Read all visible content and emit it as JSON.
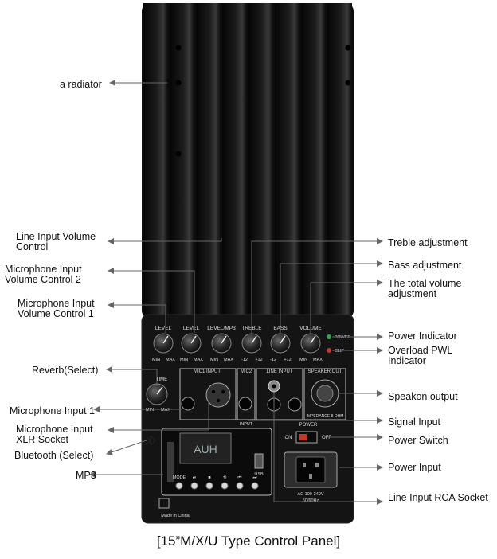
{
  "callouts_left": [
    {
      "id": "radiator",
      "text": "a radiator"
    },
    {
      "id": "line-input-volume",
      "text": "Line Input Volume\nControl"
    },
    {
      "id": "mic-volume-2",
      "text": "Microphone Input\nVolume Control 2"
    },
    {
      "id": "mic-volume-1",
      "text": "Microphone Input\nVolume Control 1"
    },
    {
      "id": "reverb",
      "text": "Reverb(Select)"
    },
    {
      "id": "mic-input-1",
      "text": "Microphone Input 1"
    },
    {
      "id": "mic-xlr",
      "text": "Microphone Input\nXLR Socket"
    },
    {
      "id": "bluetooth",
      "text": "Bluetooth (Select)"
    },
    {
      "id": "mp3",
      "text": "MP3"
    }
  ],
  "callouts_right": [
    {
      "id": "treble",
      "text": "Treble adjustment"
    },
    {
      "id": "bass",
      "text": "Bass adjustment"
    },
    {
      "id": "total-volume",
      "text": "The total volume\nadjustment"
    },
    {
      "id": "power-indicator",
      "text": "Power Indicator"
    },
    {
      "id": "overload",
      "text": "Overload PWL\nIndicator"
    },
    {
      "id": "speakon",
      "text": "Speakon output"
    },
    {
      "id": "signal-input",
      "text": "Signal Input"
    },
    {
      "id": "power-switch",
      "text": "Power Switch"
    },
    {
      "id": "power-input",
      "text": "Power Input"
    },
    {
      "id": "line-rca",
      "text": "Line Input RCA Socket"
    }
  ],
  "panel": {
    "knobs": [
      {
        "label": "LEVEL",
        "min": "MIN",
        "max": "MAX"
      },
      {
        "label": "LEVEL",
        "min": "MIN",
        "max": "MAX"
      },
      {
        "label": "LEVEL/MP3",
        "min": "MIN",
        "max": "MAX"
      },
      {
        "label": "TREBLE",
        "min": "-12",
        "max": "+12"
      },
      {
        "label": "BASS",
        "min": "-12",
        "max": "+12"
      },
      {
        "label": "VOLUME",
        "min": "MIN",
        "max": "MAX"
      }
    ],
    "reverb_knob": {
      "label": "TIME",
      "min": "MIN",
      "max": "MAX"
    },
    "indicators": {
      "power": "POWER",
      "clip": "CLIP"
    },
    "sections": {
      "mic1": "MIC1 INPUT",
      "mic2": "MIC2",
      "line": "LINE INPUT",
      "speaker": "SPEAKER OUT",
      "input": "INPUT",
      "impedance": "IMPEDANCE 8 OHM"
    },
    "power_switch": {
      "title": "POWER",
      "on": "ON",
      "off": "OFF"
    },
    "mp3": {
      "display": "AUH",
      "buttons": [
        "MODE",
        "⏯",
        "■",
        "⟲",
        "⏮",
        "⏭"
      ],
      "usb": "USB"
    },
    "ac": {
      "line1": "AC 100-240V",
      "line2": "50/60Hz"
    },
    "made_in": "Made in China"
  },
  "caption": "[15”M/X/U Type Control Panel]"
}
